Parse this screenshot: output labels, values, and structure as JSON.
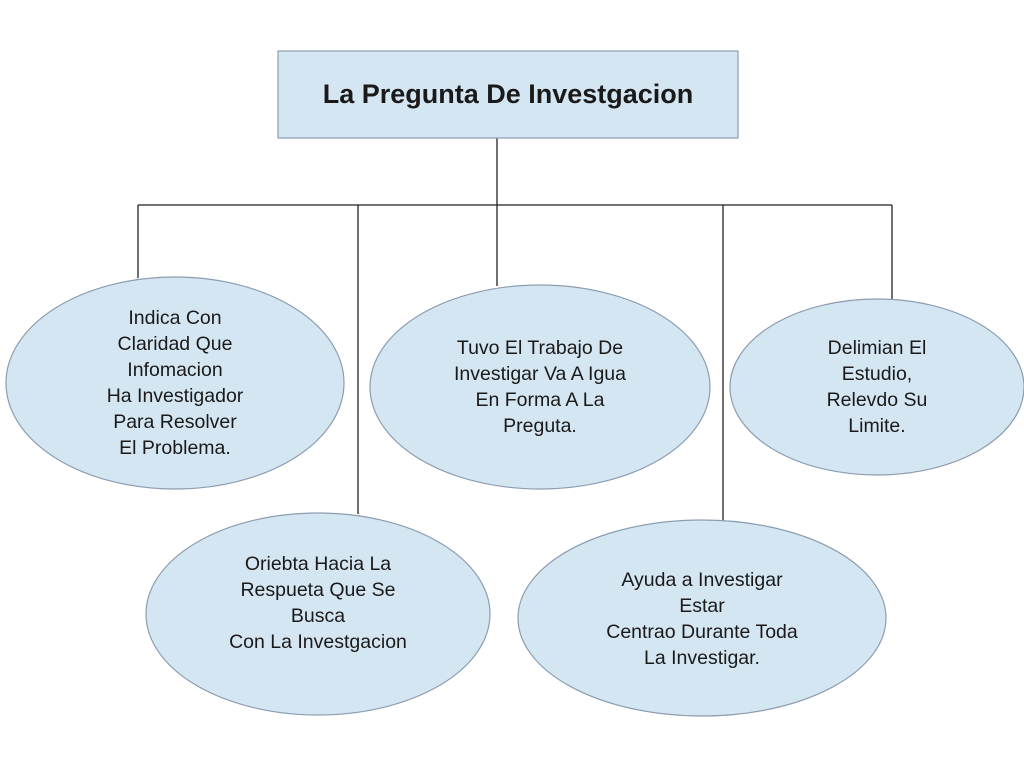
{
  "colors": {
    "node_fill": "#d5e6f3",
    "node_stroke": "#8c9db0",
    "connector": "#222222"
  },
  "title": "La Pregunta De Investgacion",
  "nodes": [
    {
      "id": "indica",
      "text": "Indica Con\nClaridad Que\nInfomacion\nHa Investigador\nPara Resolver\nEl Problema."
    },
    {
      "id": "tuvo",
      "text": "Tuvo El Trabajo De\nInvestigar Va A Igua\nEn Forma A La\nPreguta."
    },
    {
      "id": "delimian",
      "text": "Delimian El\nEstudio,\nRelevdo Su\nLimite."
    },
    {
      "id": "oriebta",
      "text": "Oriebta Hacia La\nRespueta Que Se\nBusca\nCon La Investgacion"
    },
    {
      "id": "ayuda",
      "text": "Ayuda a Investigar\nEstar\nCentrao Durante Toda\nLa Investigar."
    }
  ]
}
